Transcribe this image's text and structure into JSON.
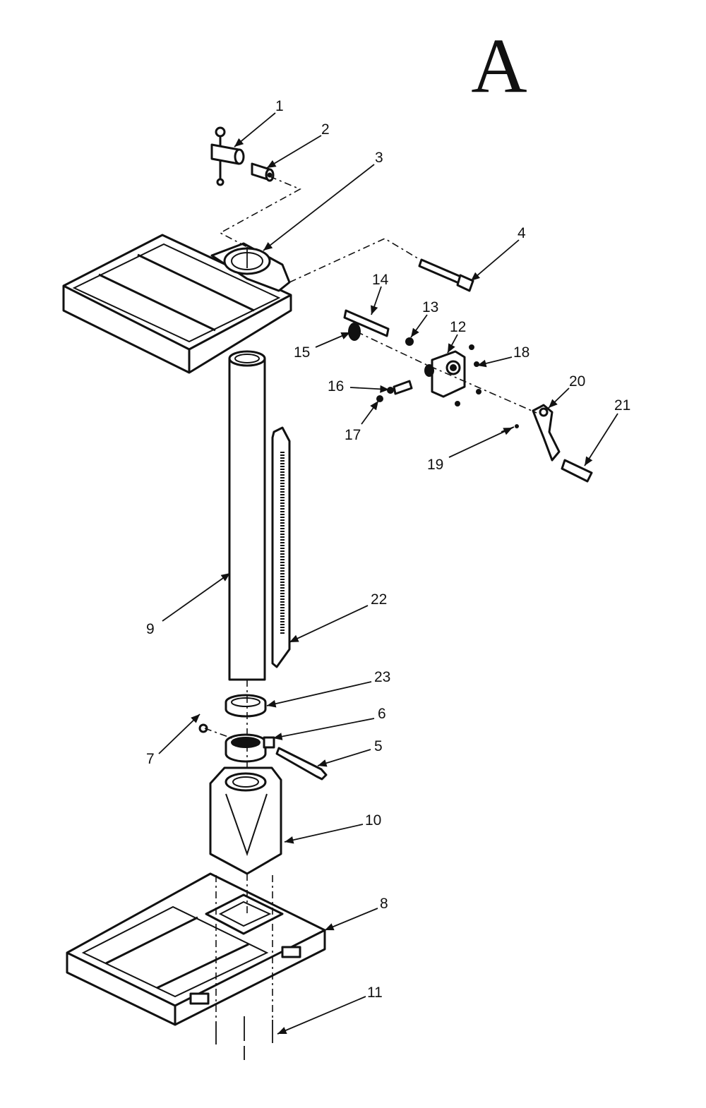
{
  "diagram": {
    "title": "A",
    "callouts": [
      "1",
      "2",
      "3",
      "4",
      "5",
      "6",
      "7",
      "8",
      "9",
      "10",
      "11",
      "12",
      "13",
      "14",
      "15",
      "16",
      "17",
      "18",
      "19",
      "20",
      "21",
      "22",
      "23"
    ]
  }
}
